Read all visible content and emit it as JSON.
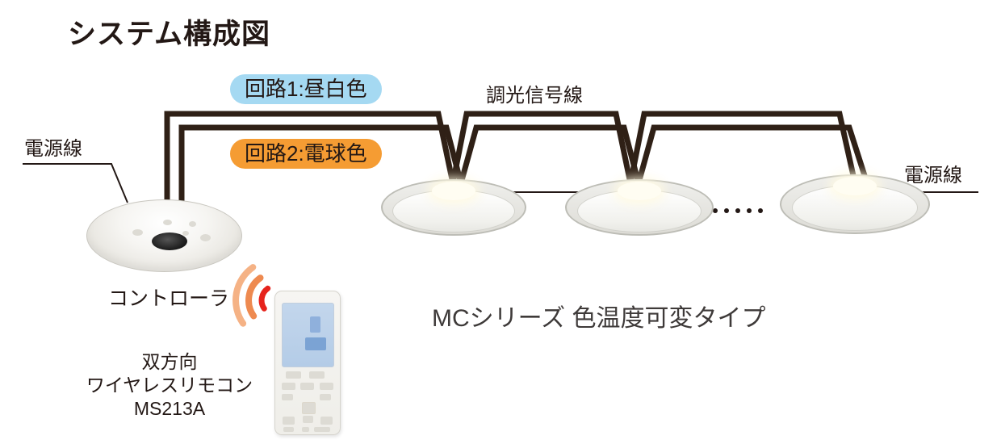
{
  "diagram": {
    "title": "システム構成図",
    "series_caption": "MCシリーズ 色温度可変タイプ"
  },
  "circuit_labels": {
    "circuit1": "回路1:昼白色",
    "circuit2": "回路2:電球色"
  },
  "line_labels": {
    "dimming_signal": "調光信号線",
    "power_left": "電源線",
    "power_right": "電源線"
  },
  "controller": {
    "label": "コントローラ"
  },
  "remote": {
    "caption_line1": "双方向",
    "caption_line2": "ワイヤレスリモコン",
    "caption_line3": "MS213A"
  },
  "downlights": {
    "visible_count": 3,
    "continuation_dot_count": 5
  },
  "colors": {
    "wire": "#2F2016",
    "thin_line": "#231815",
    "text": "#231815",
    "caption_text": "#3E3A39",
    "circuit1_bg": "#A5D9F2",
    "circuit2_bg": "#F59C33",
    "wave_outer": "#F5B285",
    "wave_mid": "#EE8A50",
    "wave_inner": "#E6231C"
  }
}
